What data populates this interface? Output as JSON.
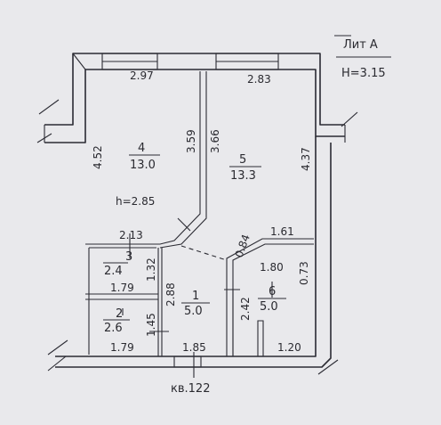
{
  "header": {
    "lit": "Лит А",
    "height": "Н=3.15"
  },
  "apartment": "кв.122",
  "ceiling_note": "h=2.85",
  "rooms": [
    {
      "number": "4",
      "area": "13.0"
    },
    {
      "number": "5",
      "area": "13.3"
    },
    {
      "number": "3",
      "area": "2.4"
    },
    {
      "number": "2",
      "area": "2.6"
    },
    {
      "number": "1",
      "area": "5.0"
    },
    {
      "number": "6",
      "area": "5.0"
    }
  ],
  "dimensions": {
    "r4_top": "2.97",
    "r4_left": "4.52",
    "r4_right": "3.59",
    "r5_top": "2.83",
    "r5_left": "3.66",
    "r5_right": "4.37",
    "r5_bottom": "1.61",
    "corner": "0.84",
    "r3_top": "2.13",
    "r3_bottom": "1.79",
    "r3_right": "1.32",
    "r2_bottom": "1.79",
    "r2_right": "1.45",
    "r1_left": "2.88",
    "r1_bottom": "1.85",
    "r6_top": "1.80",
    "r6_right": "0.73",
    "r6_left": "2.42",
    "r6_bottom": "1.20"
  }
}
